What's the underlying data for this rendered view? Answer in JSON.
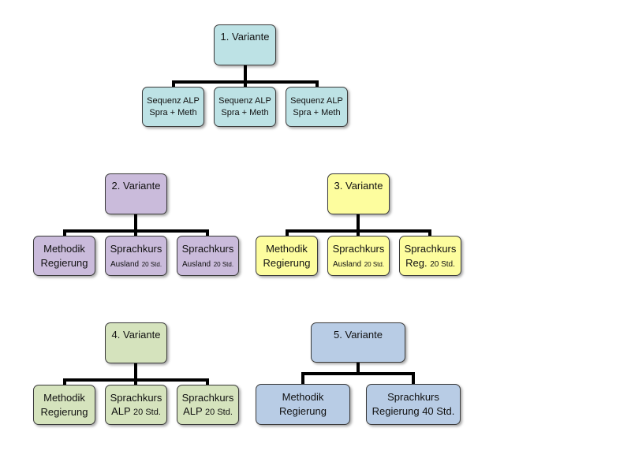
{
  "colors": {
    "v1": "#bde2e5",
    "v2": "#cabbdb",
    "v3": "#fdfd9e",
    "v4": "#d5e3bd",
    "v5": "#b8cce5",
    "line": "#000000"
  },
  "v1": {
    "title": "1. Variante",
    "c1": {
      "l1": "Sequenz ALP",
      "l2": "Spra + Meth"
    },
    "c2": {
      "l1": "Sequenz ALP",
      "l2": "Spra + Meth"
    },
    "c3": {
      "l1": "Sequenz ALP",
      "l2": "Spra + Meth"
    }
  },
  "v2": {
    "title": "2. Variante",
    "c1": {
      "l1": "Methodik",
      "l2": "Regierung"
    },
    "c2": {
      "l1": "Sprachkurs",
      "l2a": "Ausland",
      "l2b": "20 Std."
    },
    "c3": {
      "l1": "Sprachkurs",
      "l2a": "Ausland",
      "l2b": "20 Std."
    }
  },
  "v3": {
    "title": "3. Variante",
    "c1": {
      "l1": "Methodik",
      "l2": "Regierung"
    },
    "c2": {
      "l1": "Sprachkurs",
      "l2a": "Ausland",
      "l2b": "20 Std."
    },
    "c3": {
      "l1": "Sprachkurs",
      "l2a": "Reg.",
      "l2b": "20 Std."
    }
  },
  "v4": {
    "title": "4. Variante",
    "c1": {
      "l1": "Methodik",
      "l2": "Regierung"
    },
    "c2": {
      "l1": "Sprachkurs",
      "l2a": "ALP",
      "l2b": "20 Std."
    },
    "c3": {
      "l1": "Sprachkurs",
      "l2a": "ALP",
      "l2b": "20 Std."
    }
  },
  "v5": {
    "title": "5. Variante",
    "c1": {
      "l1": "Methodik",
      "l2": "Regierung"
    },
    "c2": {
      "l1": "Sprachkurs",
      "l2": "Regierung 40 Std."
    }
  }
}
